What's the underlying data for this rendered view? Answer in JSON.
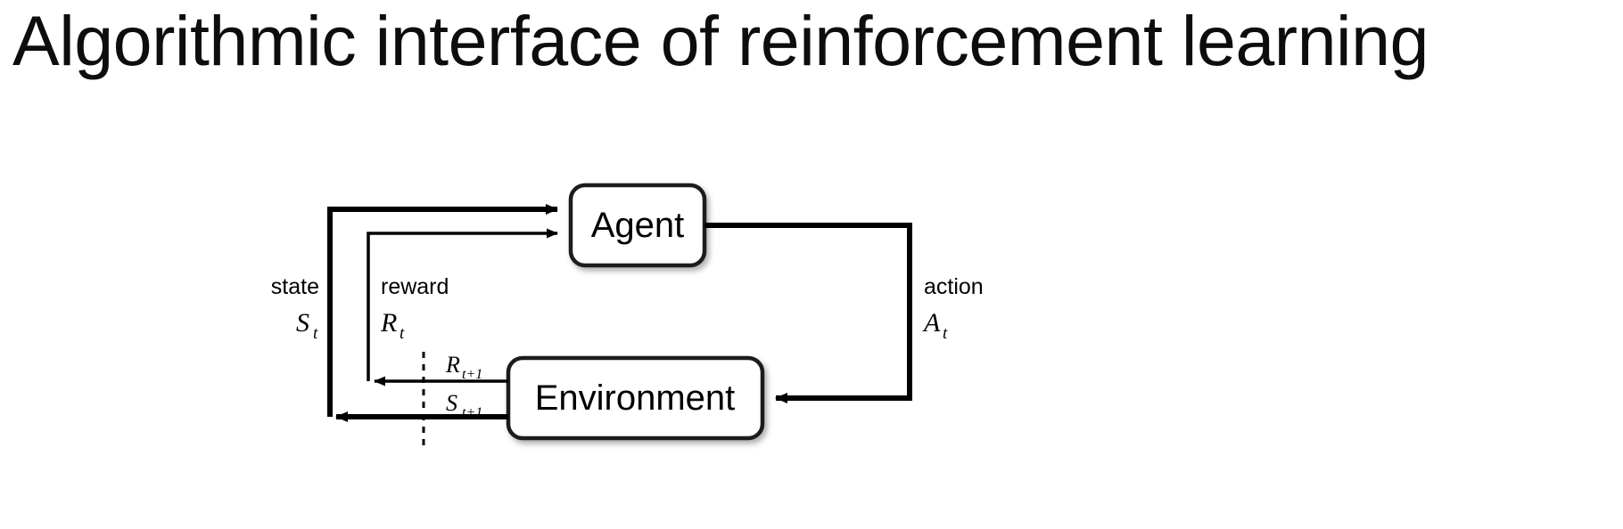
{
  "slide": {
    "title": "Algorithmic interface of reinforcement learning",
    "background_color": "#ffffff",
    "text_color": "#0d0d0d"
  },
  "diagram": {
    "name": "agent-environment-interaction-loop",
    "stroke_color": "#000000",
    "boxes": [
      {
        "id": "agent",
        "label": "Agent"
      },
      {
        "id": "environment",
        "label": "Environment"
      }
    ],
    "flows": [
      {
        "id": "state",
        "word": "state",
        "symbol": "S",
        "subscript": "t",
        "direction": "environment-to-agent"
      },
      {
        "id": "reward",
        "word": "reward",
        "symbol": "R",
        "subscript": "t",
        "direction": "environment-to-agent"
      },
      {
        "id": "action",
        "word": "action",
        "symbol": "A",
        "subscript": "t",
        "direction": "agent-to-environment"
      }
    ],
    "next_step_labels": [
      {
        "id": "reward-next",
        "symbol": "R",
        "subscript": "t+1"
      },
      {
        "id": "state-next",
        "symbol": "S",
        "subscript": "t+1"
      }
    ],
    "time_boundary": {
      "id": "time-step-divider",
      "style": "dashed-vertical"
    }
  }
}
